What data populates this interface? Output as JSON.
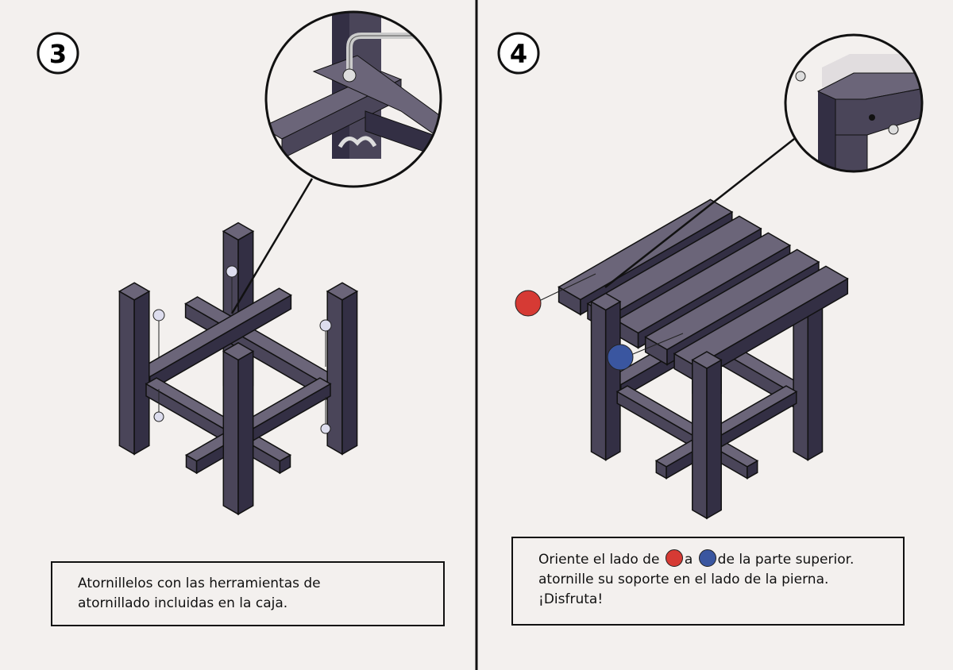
{
  "colors": {
    "background": "#f3f0ee",
    "wood_top": "#6b6579",
    "wood_side": "#4a4559",
    "wood_dark": "#332f44",
    "red": "#d63a34",
    "blue": "#3a56a0"
  },
  "steps": [
    {
      "number": "3",
      "caption": [
        "Atornillelos con las herramientas de",
        "atornillado incluidas en la caja."
      ]
    },
    {
      "number": "4",
      "caption_line1_a": "Oriente el lado de",
      "caption_line1_b": "a",
      "caption_line1_c": "de la parte superior.",
      "caption_line2": "atornille su soporte en el lado de la pierna.",
      "caption_line3": "¡Disfruta!"
    }
  ]
}
